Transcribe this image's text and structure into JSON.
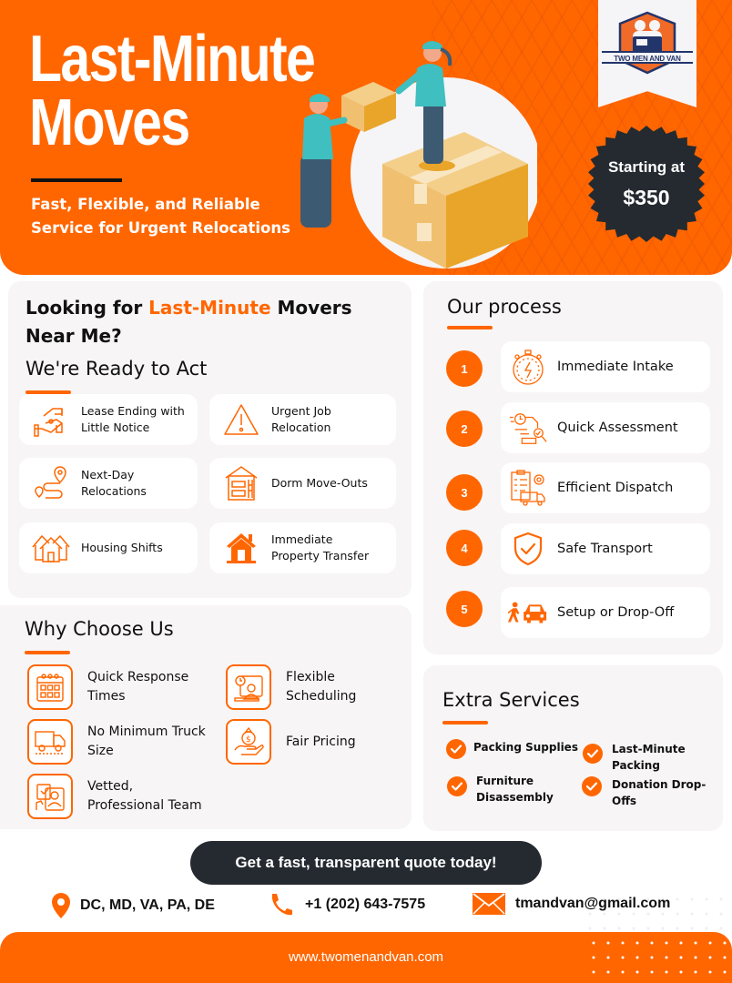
{
  "hero": {
    "title_line1": "Last-Minute",
    "title_line2": "Moves",
    "subtitle_line1": "Fast, Flexible, and Reliable",
    "subtitle_line2": "Service for Urgent Relocations",
    "logo_text": "TWO MEN AND VAN",
    "price_label": "Starting at",
    "price_value": "$350"
  },
  "looking": {
    "title_prefix": "Looking for ",
    "title_highlight": "Last-Minute",
    "title_suffix": " Movers",
    "title_line2": "Near Me?",
    "subtitle": "We're Ready to Act",
    "cards": [
      {
        "label_line1": "Lease Ending with",
        "label_line2": "Little Notice",
        "icon": "hand-key-icon"
      },
      {
        "label_line1": "Urgent Job",
        "label_line2": "Relocation",
        "icon": "warning-icon"
      },
      {
        "label_line1": "Next-Day",
        "label_line2": "Relocations",
        "icon": "route-pin-icon"
      },
      {
        "label_line1": "Dorm Move-Outs",
        "label_line2": "",
        "icon": "dorm-icon"
      },
      {
        "label_line1": "Housing Shifts",
        "label_line2": "",
        "icon": "houses-icon"
      },
      {
        "label_line1": "Immediate",
        "label_line2": "Property Transfer",
        "icon": "house-icon"
      }
    ]
  },
  "why": {
    "title": "Why Choose Us",
    "items": [
      {
        "label_line1": "Quick Response",
        "label_line2": "Times",
        "icon": "calendar-check-icon"
      },
      {
        "label_line1": "Flexible",
        "label_line2": "Scheduling",
        "icon": "schedule-icon"
      },
      {
        "label_line1": "No Minimum Truck",
        "label_line2": "Size",
        "icon": "truck-icon"
      },
      {
        "label_line1": "Fair Pricing",
        "label_line2": "",
        "icon": "money-hand-icon"
      },
      {
        "label_line1": "Vetted,",
        "label_line2": "Professional Team",
        "icon": "team-approval-icon"
      }
    ]
  },
  "process": {
    "title": "Our process",
    "steps": [
      {
        "number": "1",
        "label": "Immediate Intake",
        "icon": "stopwatch-icon"
      },
      {
        "number": "2",
        "label": "Quick Assessment",
        "icon": "assessment-icon"
      },
      {
        "number": "3",
        "label": "Efficient Dispatch",
        "icon": "dispatch-icon"
      },
      {
        "number": "4",
        "label": "Safe Transport",
        "icon": "shield-check-icon"
      },
      {
        "number": "5",
        "label": "Setup or Drop-Off",
        "icon": "person-car-icon"
      }
    ]
  },
  "extra": {
    "title": "Extra Services",
    "items": [
      {
        "label_line1": "Packing Supplies",
        "label_line2": ""
      },
      {
        "label_line1": "Last-Minute",
        "label_line2": "Packing"
      },
      {
        "label_line1": "Furniture",
        "label_line2": "Disassembly"
      },
      {
        "label_line1": "Donation Drop-",
        "label_line2": "Offs"
      }
    ]
  },
  "cta": {
    "label": "Get a fast, transparent quote today!"
  },
  "contact": {
    "location": "DC, MD, VA, PA, DE",
    "phone": "+1 (202) 643-7575",
    "email": "tmandvan@gmail.com"
  },
  "footer": {
    "url": "www.twomenandvan.com"
  },
  "colors": {
    "accent": "#ff6600",
    "dark": "#242a30",
    "panel": "#f7f5f6"
  }
}
